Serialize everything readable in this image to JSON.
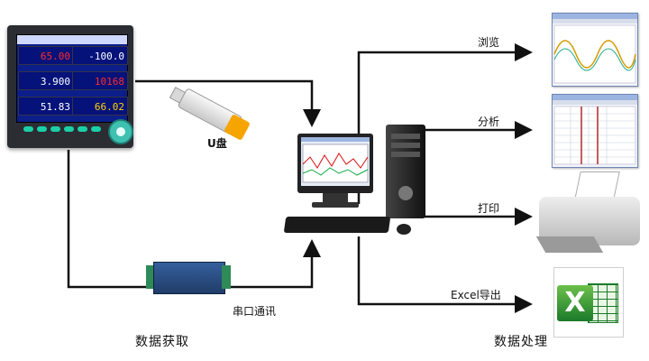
{
  "labels": {
    "usb": "U盘",
    "serial": "串口通讯",
    "acquire": "数据获取",
    "browse": "浏览",
    "analyze": "分析",
    "print": "打印",
    "excel_export": "Excel导出",
    "process": "数据处理"
  },
  "recorder": {
    "readings": [
      "65.00",
      "-100.0",
      "3.900",
      "10168",
      "51.83",
      "66.02"
    ]
  },
  "icons": {
    "recorder": "paperless-recorder-icon",
    "usb": "usb-drive-icon",
    "computer": "desktop-computer-icon",
    "converter": "serial-converter-icon",
    "printer": "printer-icon",
    "excel": "excel-icon"
  },
  "colors": {
    "arrow": "#111111",
    "screen_blue": "#0b1e8a",
    "usb_cap": "#f5a400",
    "excel_green": "#1b7a2a"
  }
}
